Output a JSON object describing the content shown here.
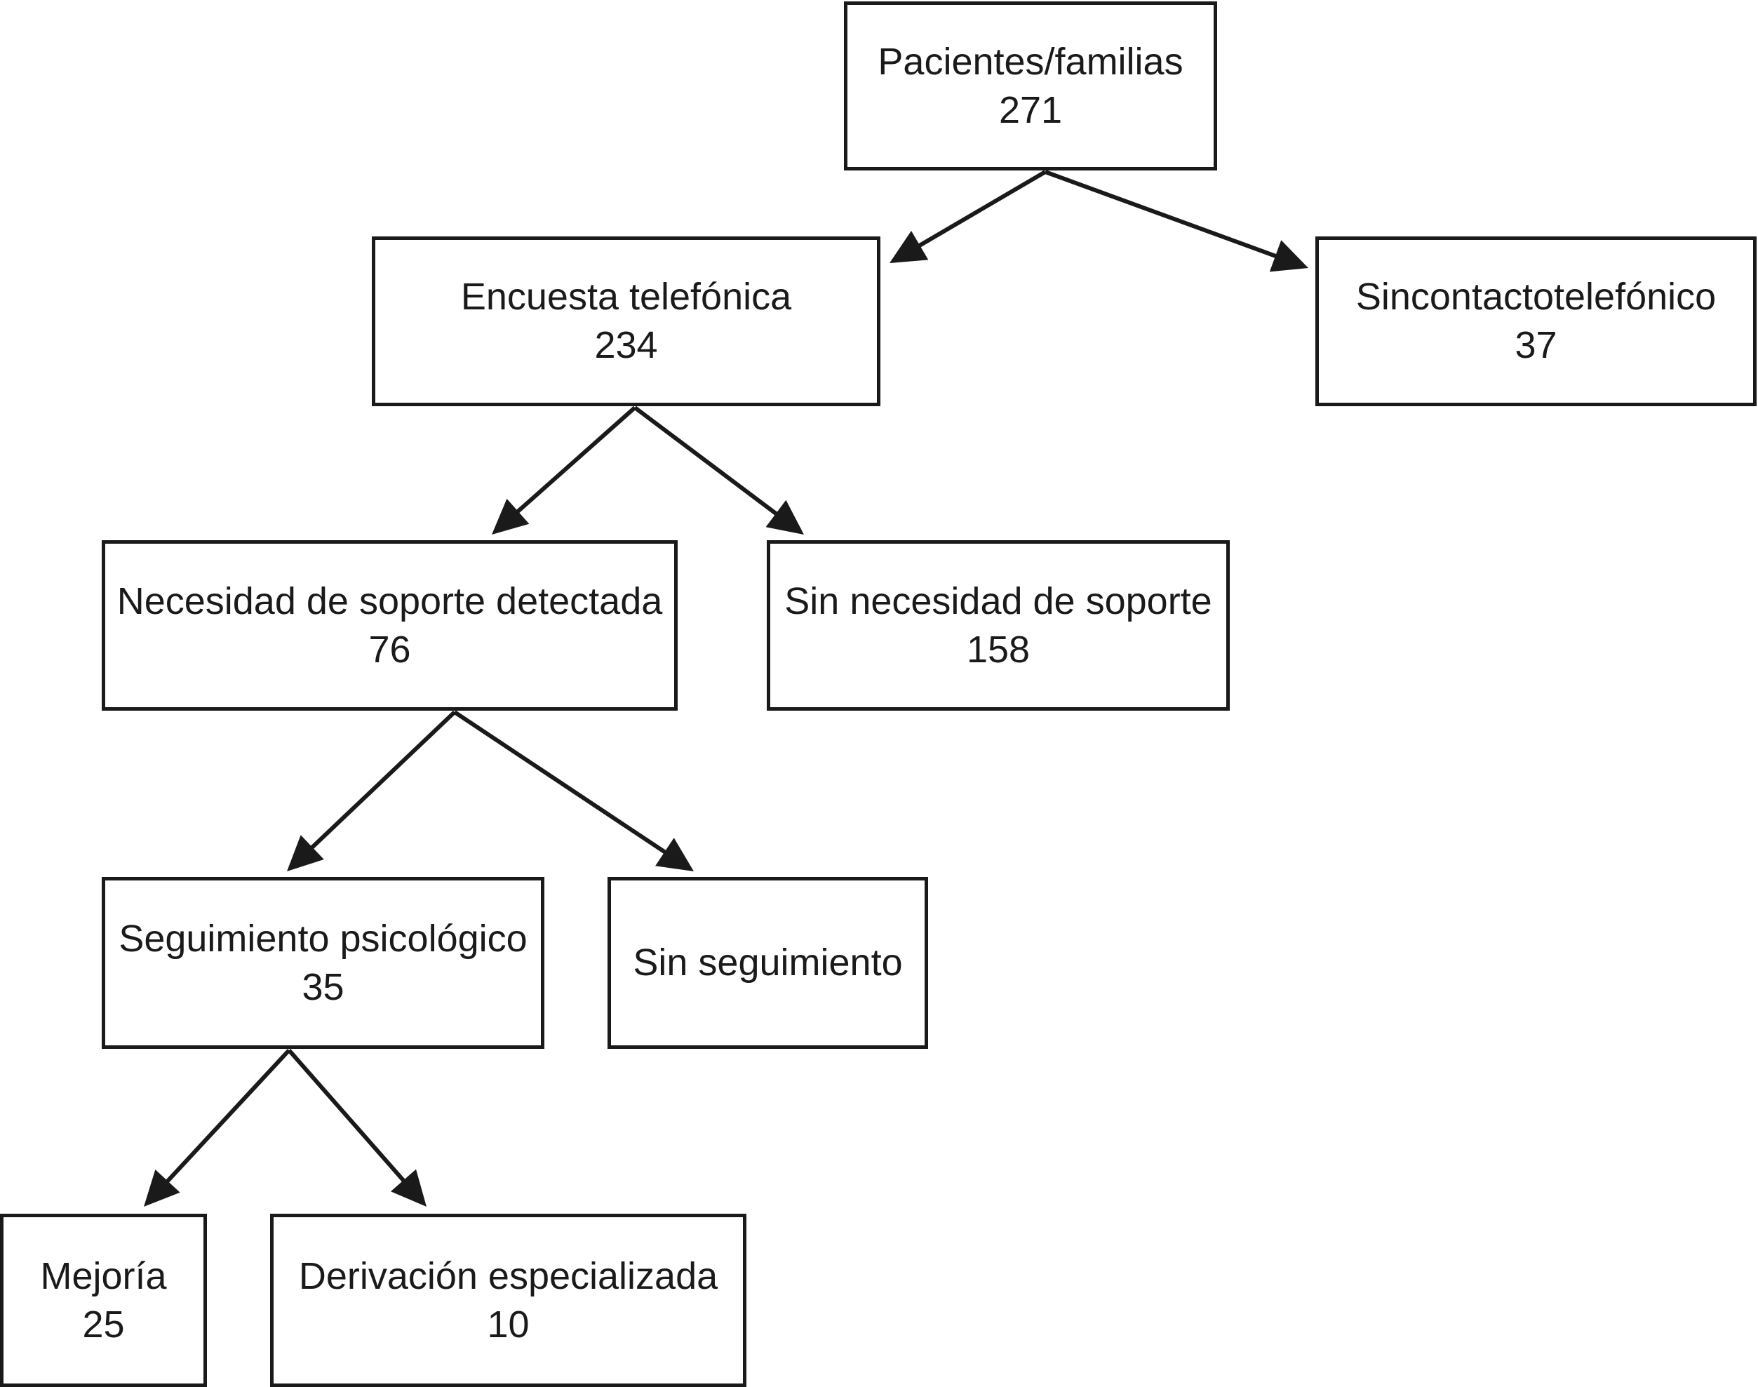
{
  "flowchart": {
    "nodes": [
      {
        "id": "pacientes",
        "label": "Pacientes/familias",
        "count": "271"
      },
      {
        "id": "encuesta",
        "label": "Encuesta telefónica",
        "count": "234"
      },
      {
        "id": "sin_contacto",
        "label": "Sincontactotelefónico",
        "count": "37"
      },
      {
        "id": "necesidad",
        "label": "Necesidad de soporte detectada",
        "count": "76"
      },
      {
        "id": "sin_necesidad",
        "label": "Sin necesidad de soporte",
        "count": "158"
      },
      {
        "id": "seguimiento",
        "label": "Seguimiento psicológico",
        "count": "35"
      },
      {
        "id": "sin_seguimiento",
        "label": "Sin seguimiento",
        "count": ""
      },
      {
        "id": "mejoria",
        "label": "Mejoría",
        "count": "25"
      },
      {
        "id": "derivacion",
        "label": "Derivación especializada",
        "count": "10"
      }
    ],
    "edges": [
      {
        "from": "pacientes",
        "to": "encuesta"
      },
      {
        "from": "pacientes",
        "to": "sin_contacto"
      },
      {
        "from": "encuesta",
        "to": "necesidad"
      },
      {
        "from": "encuesta",
        "to": "sin_necesidad"
      },
      {
        "from": "necesidad",
        "to": "seguimiento"
      },
      {
        "from": "necesidad",
        "to": "sin_seguimiento"
      },
      {
        "from": "seguimiento",
        "to": "mejoria"
      },
      {
        "from": "seguimiento",
        "to": "derivacion"
      }
    ]
  }
}
